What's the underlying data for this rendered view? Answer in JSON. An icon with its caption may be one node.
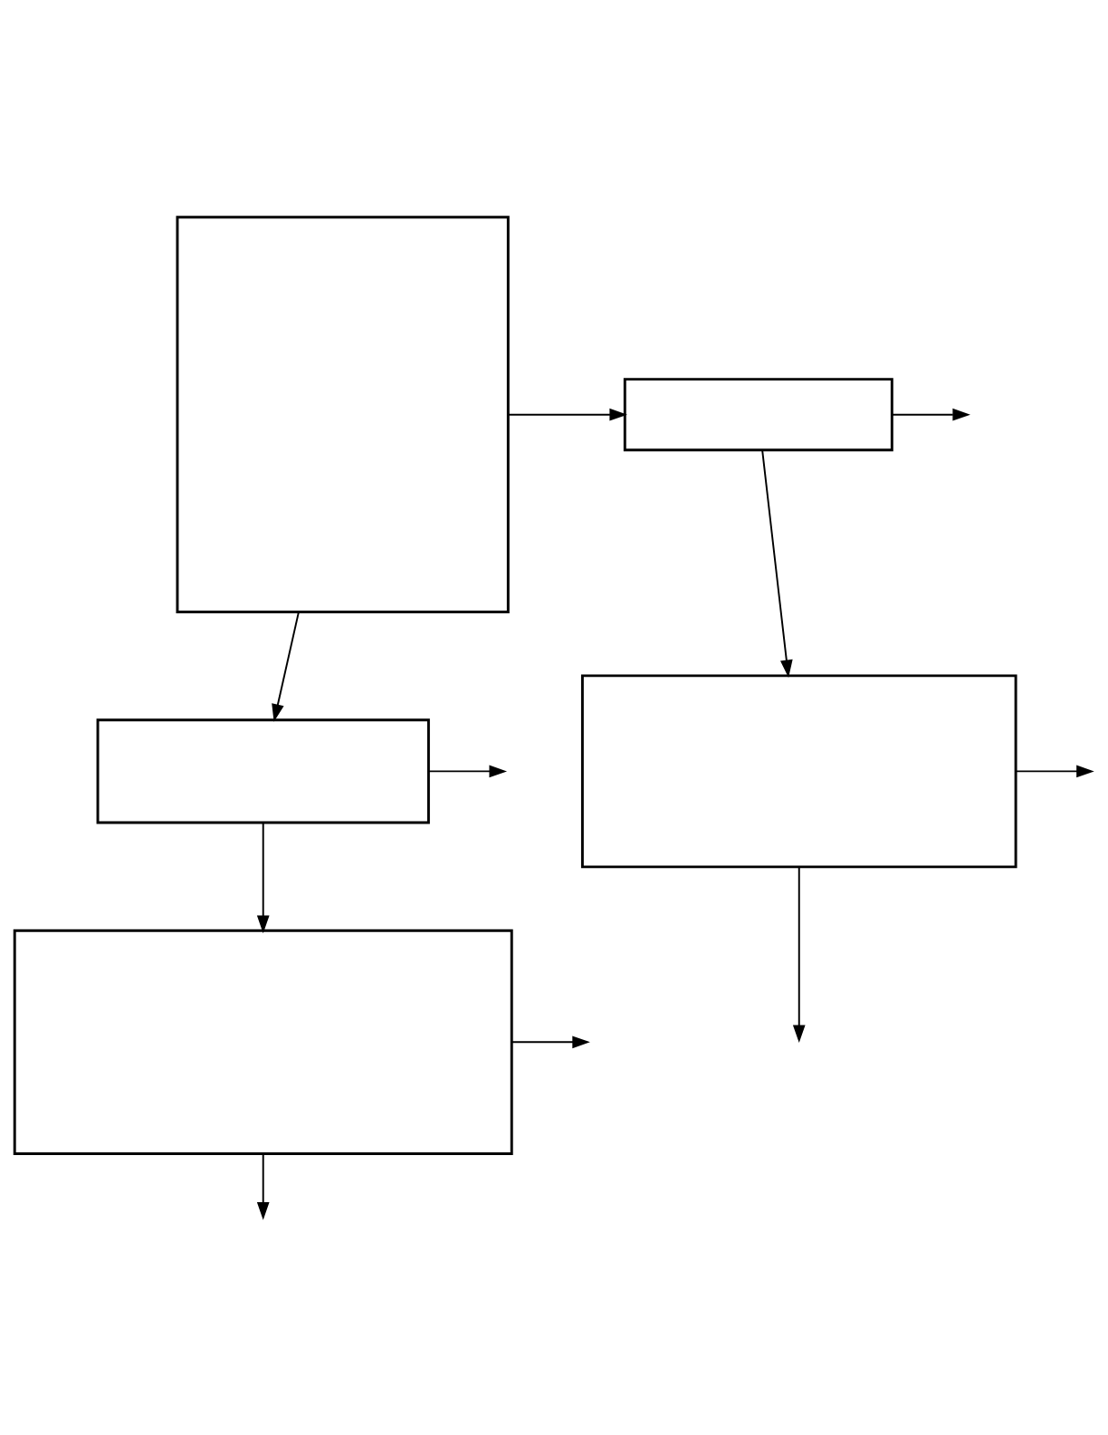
{
  "diagram": {
    "nodes": [
      {
        "text": [],
        "shape": "box"
      },
      {
        "text": [],
        "shape": "box"
      },
      {
        "text": [],
        "shape": "box"
      },
      {
        "text": [],
        "shape": "box"
      },
      {
        "text": [],
        "shape": "box"
      }
    ],
    "edges": [
      {
        "from": 0,
        "to": 1,
        "arrow": "to"
      },
      {
        "from": 1,
        "to": null,
        "arrow": "to"
      },
      {
        "from": 1,
        "to": 2,
        "arrow": "to"
      },
      {
        "from": 2,
        "to": null,
        "arrow": "to"
      },
      {
        "from": 2,
        "to": null,
        "arrow": "to"
      },
      {
        "from": 0,
        "to": 3,
        "arrow": "to"
      },
      {
        "from": 3,
        "to": null,
        "arrow": "to"
      },
      {
        "from": 3,
        "to": 4,
        "arrow": "to"
      },
      {
        "from": 4,
        "to": null,
        "arrow": "to"
      },
      {
        "from": 4,
        "to": null,
        "arrow": "to"
      }
    ]
  }
}
